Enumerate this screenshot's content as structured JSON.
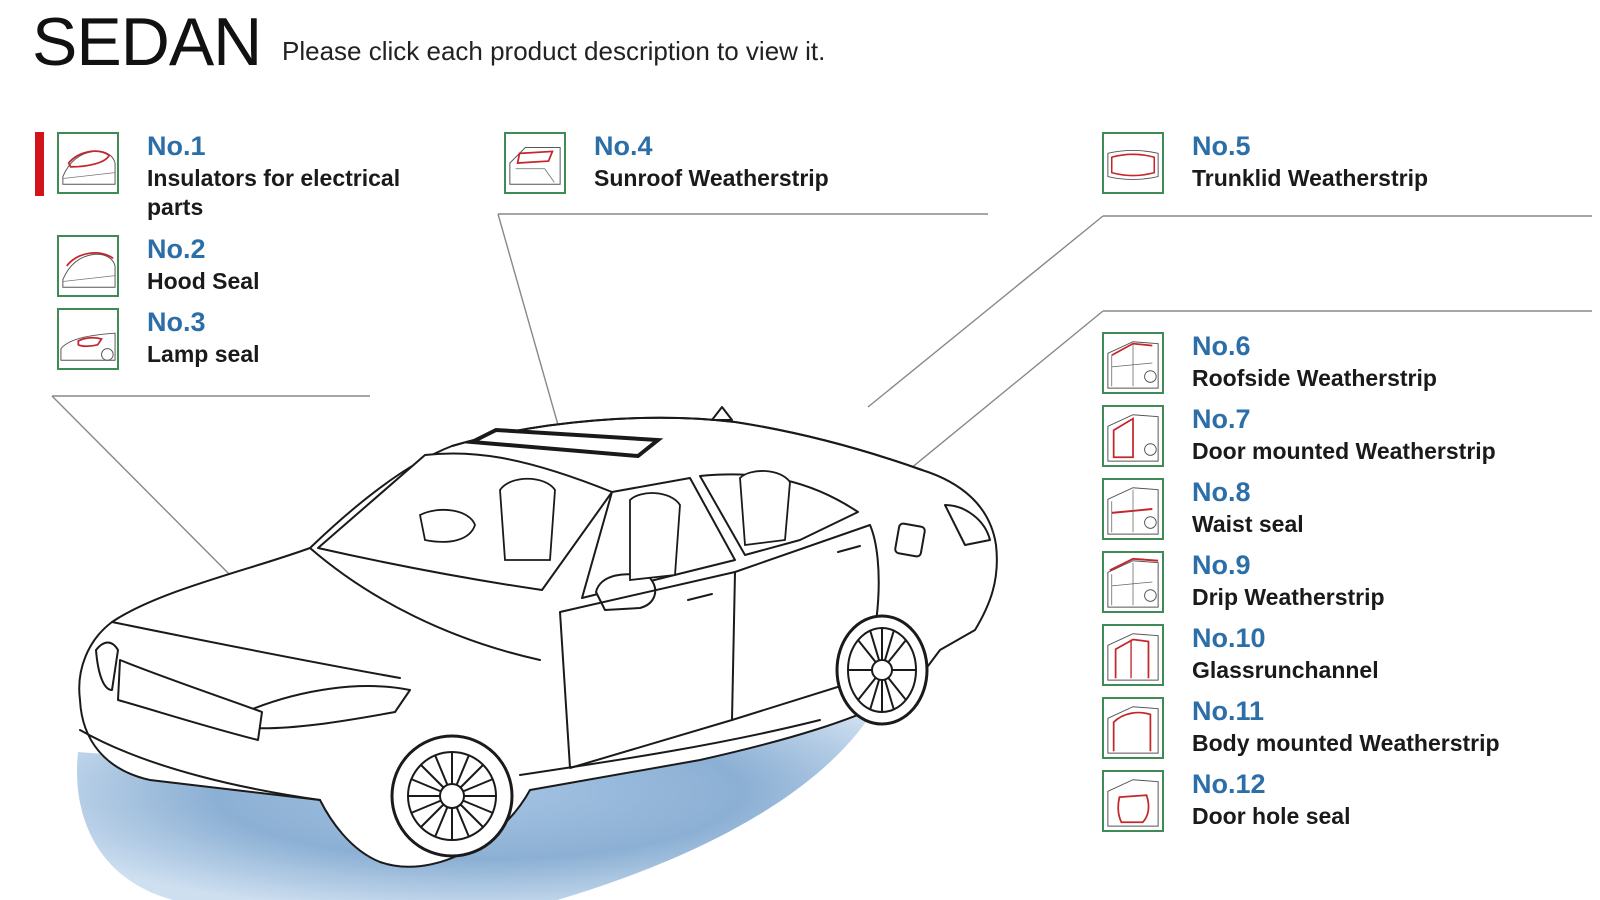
{
  "header": {
    "title": "SEDAN",
    "subtitle": "Please click each product description to view it."
  },
  "colors": {
    "number_text": "#2c6fa8",
    "thumb_border": "#3f8a57",
    "selected_marker": "#d1131a",
    "highlight_line": "#c4262b",
    "ground_shadow": "#7fa7cf"
  },
  "products": [
    {
      "id": "no1",
      "number": "No.1",
      "label": "Insulators for electrical parts",
      "selected": true,
      "icon": "car-front-hood-icon"
    },
    {
      "id": "no2",
      "number": "No.2",
      "label": "Hood Seal",
      "selected": false,
      "icon": "car-front-hood-icon"
    },
    {
      "id": "no3",
      "number": "No.3",
      "label": "Lamp seal",
      "selected": false,
      "icon": "car-headlamp-icon"
    },
    {
      "id": "no4",
      "number": "No.4",
      "label": "Sunroof Weatherstrip",
      "selected": false,
      "icon": "car-sunroof-icon"
    },
    {
      "id": "no5",
      "number": "No.5",
      "label": "Trunklid Weatherstrip",
      "selected": false,
      "icon": "car-trunk-icon"
    },
    {
      "id": "no6",
      "number": "No.6",
      "label": "Roofside Weatherstrip",
      "selected": false,
      "icon": "car-door-icon"
    },
    {
      "id": "no7",
      "number": "No.7",
      "label": "Door mounted Weatherstrip",
      "selected": false,
      "icon": "car-door-icon"
    },
    {
      "id": "no8",
      "number": "No.8",
      "label": "Waist seal",
      "selected": false,
      "icon": "car-door-icon"
    },
    {
      "id": "no9",
      "number": "No.9",
      "label": "Drip Weatherstrip",
      "selected": false,
      "icon": "car-door-icon"
    },
    {
      "id": "no10",
      "number": "No.10",
      "label": "Glassrunchannel",
      "selected": false,
      "icon": "car-door-frame-icon"
    },
    {
      "id": "no11",
      "number": "No.11",
      "label": "Body mounted Weatherstrip",
      "selected": false,
      "icon": "car-door-frame-icon"
    },
    {
      "id": "no12",
      "number": "No.12",
      "label": "Door hole seal",
      "selected": false,
      "icon": "car-door-frame-icon"
    }
  ]
}
